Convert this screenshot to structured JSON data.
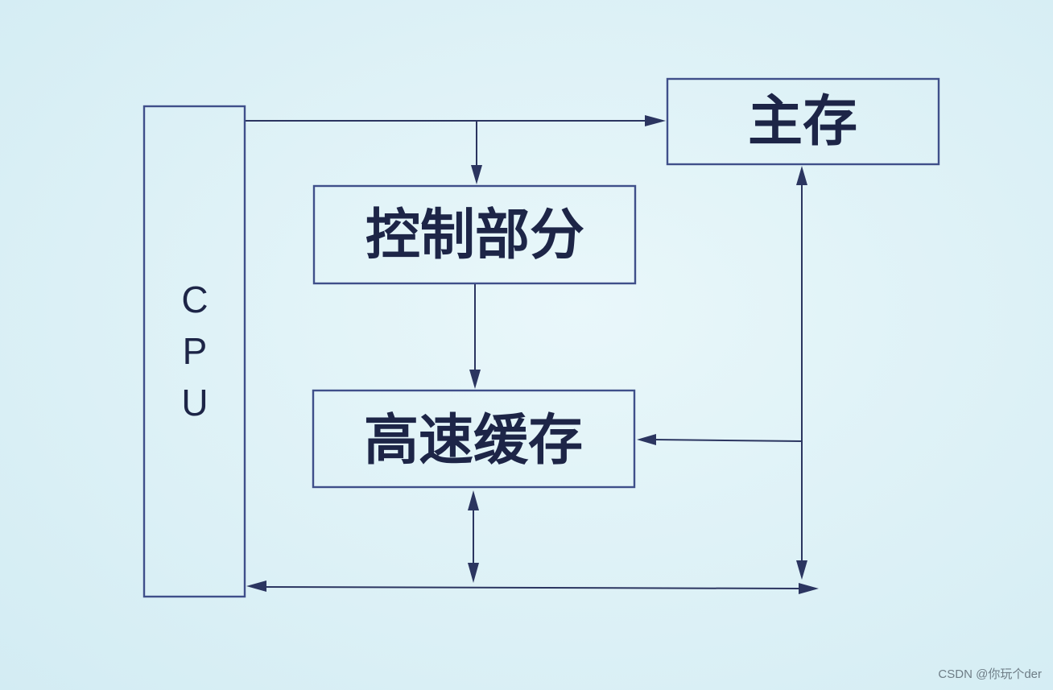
{
  "diagram": {
    "cpu": {
      "letters": [
        "C",
        "P",
        "U"
      ]
    },
    "main_memory": {
      "label": "主存"
    },
    "control_unit": {
      "label": "控制部分"
    },
    "cache": {
      "label": "高速缓存"
    }
  },
  "watermark": "CSDN @你玩个der",
  "colors": {
    "background": "#dff2f7",
    "box_stroke": "#3f4f8a",
    "line": "#2b3560",
    "text": "#1d2547"
  }
}
